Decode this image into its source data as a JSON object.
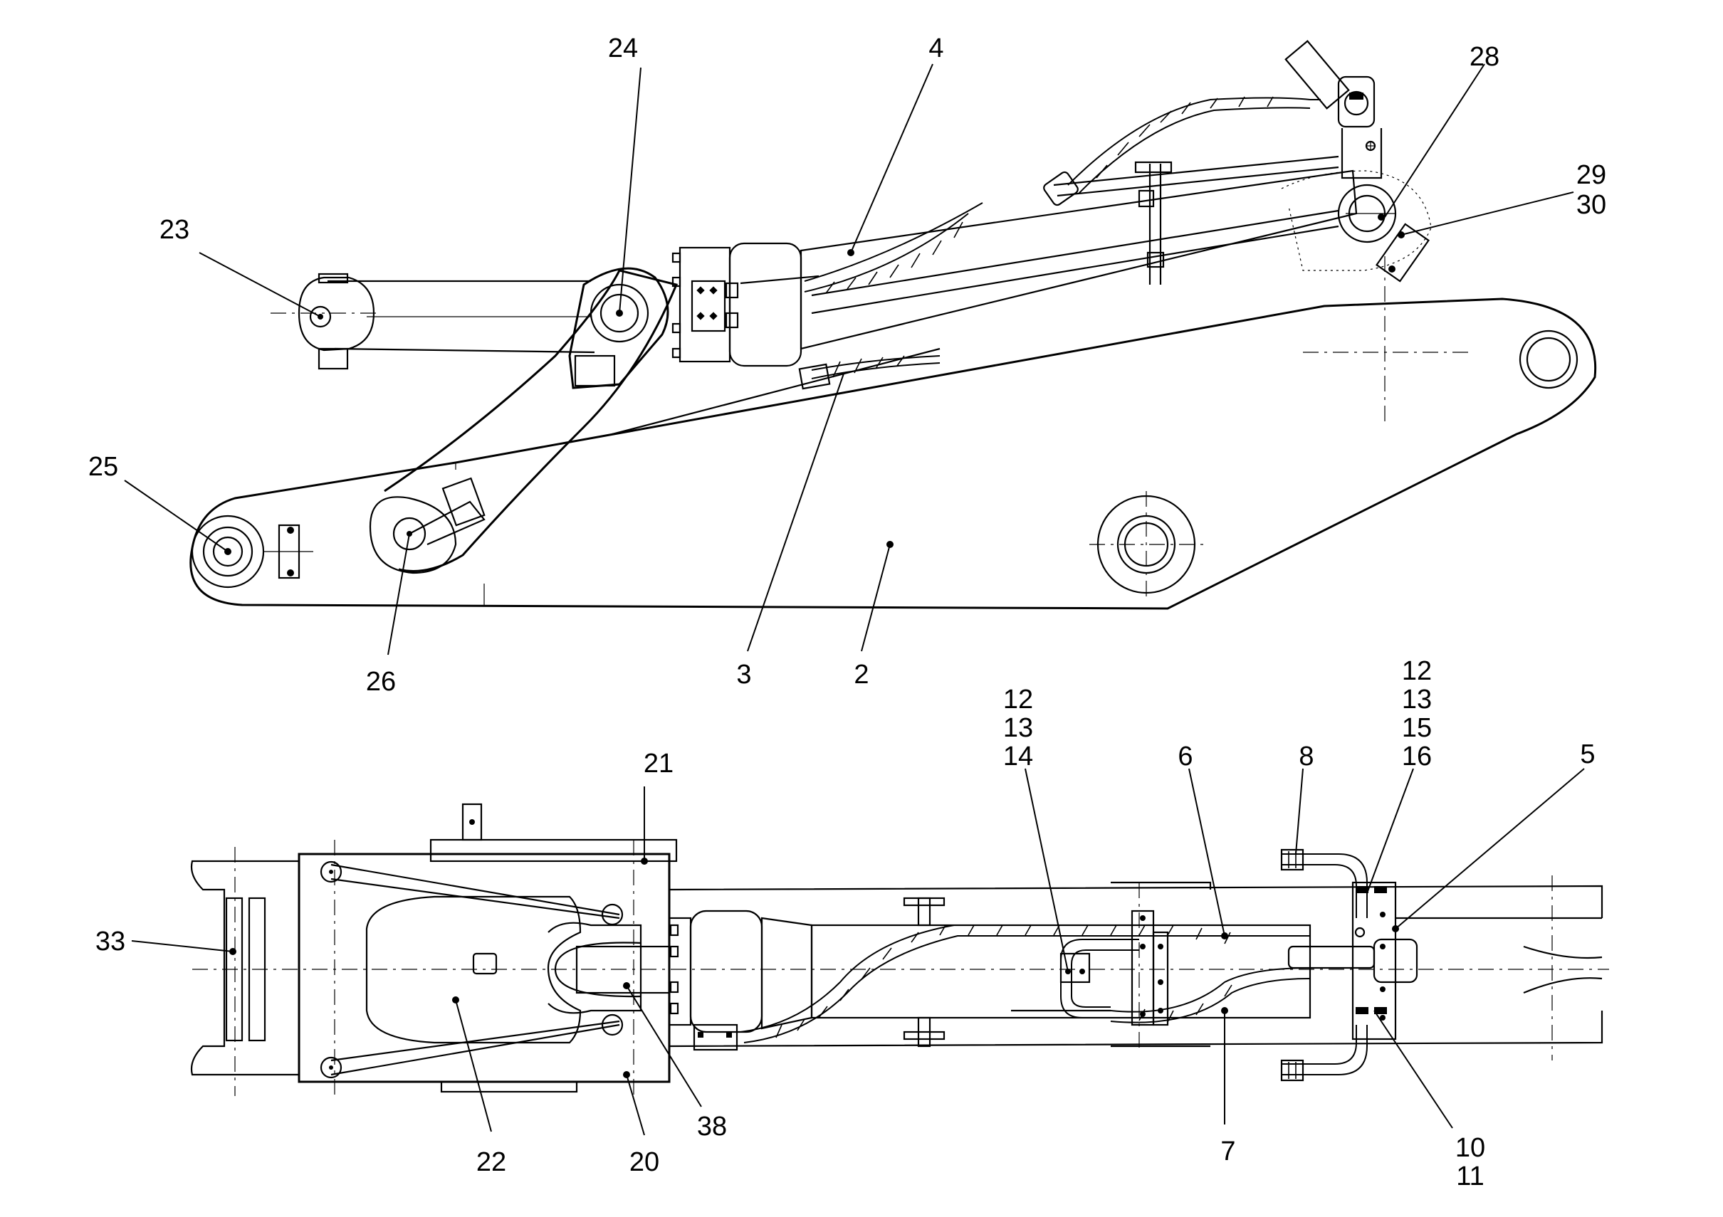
{
  "figure": {
    "upper_view_labels": [
      "24",
      "4",
      "28",
      "29",
      "30",
      "23",
      "25",
      "26",
      "3",
      "2"
    ],
    "lower_view_labels": [
      "21",
      "33",
      "22",
      "20",
      "38",
      "12",
      "13",
      "14",
      "6",
      "7",
      "8",
      "12",
      "13",
      "15",
      "16",
      "5",
      "10",
      "11"
    ]
  },
  "callouts": {
    "c24": "24",
    "c4": "4",
    "c28": "28",
    "c29": "29",
    "c30": "30",
    "c23": "23",
    "c25": "25",
    "c26": "26",
    "c3": "3",
    "c2": "2",
    "c21": "21",
    "c33": "33",
    "c22": "22",
    "c20": "20",
    "c38": "38",
    "c12a": "12",
    "c13a": "13",
    "c14": "14",
    "c6": "6",
    "c7": "7",
    "c8": "8",
    "c12b": "12",
    "c13b": "13",
    "c15": "15",
    "c16": "16",
    "c5": "5",
    "c10": "10",
    "c11": "11"
  },
  "colors": {
    "ink": "#000000",
    "paper": "#ffffff"
  }
}
